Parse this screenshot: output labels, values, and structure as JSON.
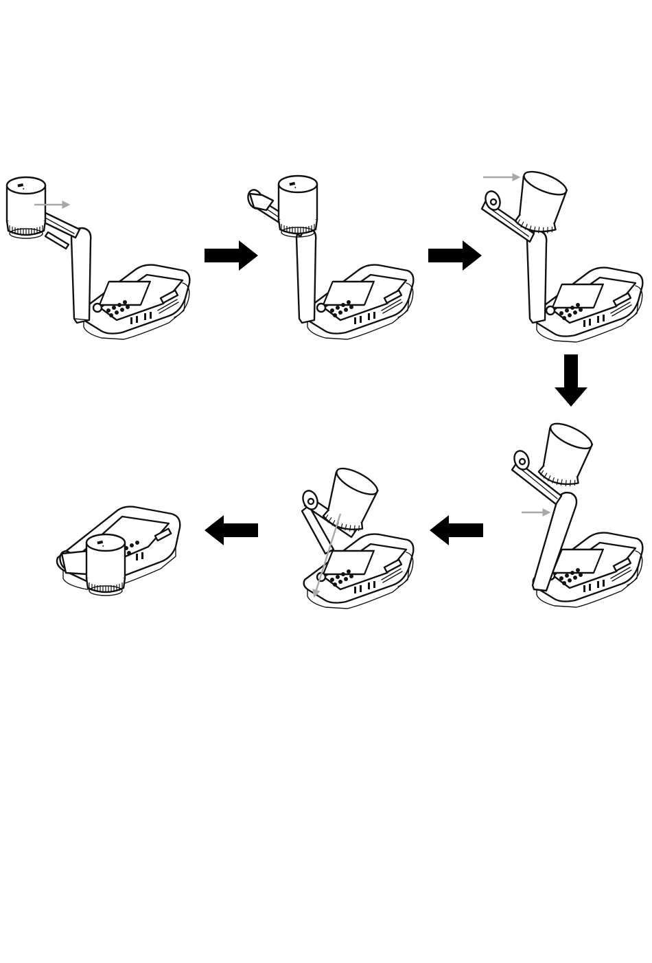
{
  "diagram": {
    "steps": [
      {
        "id": 1,
        "camera_head": "upright",
        "arm": "raised",
        "motion_hint": "push-right"
      },
      {
        "id": 2,
        "camera_head": "upright-rotated",
        "arm": "raised",
        "motion_hint": "none"
      },
      {
        "id": 3,
        "camera_head": "tilted",
        "arm": "raised",
        "motion_hint": "push-right"
      },
      {
        "id": 4,
        "camera_head": "tilted",
        "arm": "raised",
        "motion_hint": "push-right-on-arm"
      },
      {
        "id": 5,
        "camera_head": "tilted",
        "arm": "folding",
        "motion_hint": "fold-down"
      },
      {
        "id": 6,
        "camera_head": "upright",
        "arm": "folded",
        "motion_hint": "none"
      }
    ],
    "flow_arrows": [
      "right",
      "right",
      "down",
      "left",
      "left"
    ],
    "colors": {
      "line": "#111111",
      "hint_arrow": "#a8a8a8",
      "flow_arrow": "#000000",
      "background": "#ffffff"
    }
  }
}
